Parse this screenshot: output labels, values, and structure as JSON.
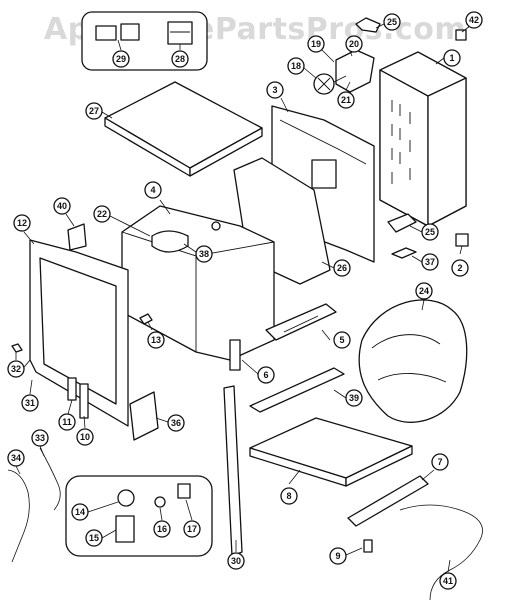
{
  "watermark": "AppliancePartsPros.com",
  "callouts": [
    {
      "id": "c1",
      "label": "1"
    },
    {
      "id": "c2",
      "label": "2"
    },
    {
      "id": "c3",
      "label": "3"
    },
    {
      "id": "c4",
      "label": "4"
    },
    {
      "id": "c5",
      "label": "5"
    },
    {
      "id": "c6",
      "label": "6"
    },
    {
      "id": "c7",
      "label": "7"
    },
    {
      "id": "c8",
      "label": "8"
    },
    {
      "id": "c9",
      "label": "9"
    },
    {
      "id": "c10",
      "label": "10"
    },
    {
      "id": "c11",
      "label": "11"
    },
    {
      "id": "c12",
      "label": "12"
    },
    {
      "id": "c13",
      "label": "13"
    },
    {
      "id": "c14",
      "label": "14"
    },
    {
      "id": "c15",
      "label": "15"
    },
    {
      "id": "c16",
      "label": "16"
    },
    {
      "id": "c17",
      "label": "17"
    },
    {
      "id": "c18",
      "label": "18"
    },
    {
      "id": "c19",
      "label": "19"
    },
    {
      "id": "c20",
      "label": "20"
    },
    {
      "id": "c21",
      "label": "21"
    },
    {
      "id": "c22",
      "label": "22"
    },
    {
      "id": "c24",
      "label": "24"
    },
    {
      "id": "c25a",
      "label": "25"
    },
    {
      "id": "c25b",
      "label": "25"
    },
    {
      "id": "c26",
      "label": "26"
    },
    {
      "id": "c27",
      "label": "27"
    },
    {
      "id": "c28",
      "label": "28"
    },
    {
      "id": "c29",
      "label": "29"
    },
    {
      "id": "c30",
      "label": "30"
    },
    {
      "id": "c31",
      "label": "31"
    },
    {
      "id": "c32",
      "label": "32"
    },
    {
      "id": "c33",
      "label": "33"
    },
    {
      "id": "c34",
      "label": "34"
    },
    {
      "id": "c36",
      "label": "36"
    },
    {
      "id": "c37",
      "label": "37"
    },
    {
      "id": "c38",
      "label": "38"
    },
    {
      "id": "c39",
      "label": "39"
    },
    {
      "id": "c40",
      "label": "40"
    },
    {
      "id": "c41",
      "label": "41"
    },
    {
      "id": "c42",
      "label": "42"
    }
  ]
}
